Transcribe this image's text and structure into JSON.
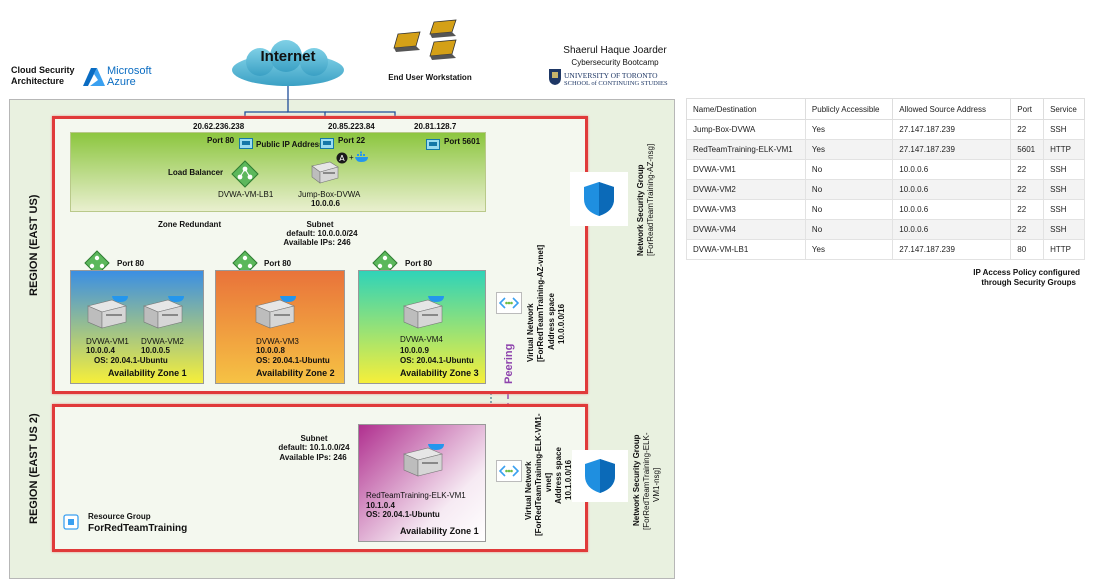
{
  "header": {
    "diagram_title": "Cloud Security Architecture",
    "azure_logo_text": "Microsoft Azure",
    "internet_label": "Internet",
    "workstation_label": "End User Workstation",
    "author": "Shaerul Haque Joarder",
    "program": "Cybersecurity Bootcamp",
    "university_line1": "UNIVERSITY OF TORONTO",
    "university_line2": "SCHOOL of CONTINUING STUDIES"
  },
  "region1": {
    "label": "REGION (EAST US)",
    "ips": [
      "20.62.236.238",
      "20.85.223.84",
      "20.81.128.7"
    ],
    "port80_lb": "Port 80",
    "public_ip_label": "Public IP Address",
    "port22": "Port 22",
    "port5601": "Port 5601",
    "lb_label": "Load Balancer",
    "lb_name": "DVWA-VM-LB1",
    "jumpbox_name": "Jump-Box-DVWA",
    "jumpbox_ip": "10.0.0.6",
    "zone_redundant": "Zone Redundant",
    "subnet_title": "Subnet",
    "subnet_default": "default: 10.0.0.0/24",
    "subnet_ips": "Available IPs: 246",
    "port80_z1": "Port 80",
    "port80_z2": "Port 80",
    "port80_z3": "Port 80",
    "zone1": {
      "vm1": "DVWA-VM1",
      "vm1_ip": "10.0.0.4",
      "vm2": "DVWA-VM2",
      "vm2_ip": "10.0.0.5",
      "os": "OS: 20.04.1-Ubuntu",
      "label": "Availability Zone 1"
    },
    "zone2": {
      "vm": "DVWA-VM3",
      "ip": "10.0.0.8",
      "os": "OS: 20.04.1-Ubuntu",
      "label": "Availability Zone 2"
    },
    "zone3": {
      "vm": "DVWA-VM4",
      "ip": "10.0.0.9",
      "os": "OS: 20.04.1-Ubuntu",
      "label": "Availability Zone 3"
    },
    "vnet_lines": [
      "Virtual Network",
      "[ForRedTeamTraining-AZ-vnet]",
      "Address space",
      "10.0.0.0/16"
    ],
    "nsg_lines": [
      "Network Security Group",
      "[ForReadTeamTraining-AZ-nsg]"
    ],
    "peering": "Peering"
  },
  "region2": {
    "label": "REGION (EAST US 2)",
    "subnet_title": "Subnet",
    "subnet_default": "default: 10.1.0.0/24",
    "subnet_ips": "Available IPs: 246",
    "elk_name": "RedTeamTraining-ELK-VM1",
    "elk_ip": "10.1.0.4",
    "elk_os": "OS: 20.04.1-Ubuntu",
    "zone_label": "Availability Zone 1",
    "rg_label": "Resource Group",
    "rg_name": "ForRedTeamTraining",
    "vnet_lines": [
      "Virtual Network",
      "[ForRedTeamTraining-ELK-VM1-",
      "vnet]",
      "Address space",
      "10.1.0.0/16"
    ],
    "nsg_lines": [
      "Network Security Group",
      "[ForRedTeamTraining-ELK-",
      "VM1-nsg]"
    ]
  },
  "access_table": {
    "headers": [
      "Name/Destination",
      "Publicly Accessible",
      "Allowed Source Address",
      "Port",
      "Service"
    ],
    "rows": [
      [
        "Jump-Box-DVWA",
        "Yes",
        "27.147.187.239",
        "22",
        "SSH"
      ],
      [
        "RedTeamTraining-ELK-VM1",
        "Yes",
        "27.147.187.239",
        "5601",
        "HTTP"
      ],
      [
        "DVWA-VM1",
        "No",
        "10.0.0.6",
        "22",
        "SSH"
      ],
      [
        "DVWA-VM2",
        "No",
        "10.0.0.6",
        "22",
        "SSH"
      ],
      [
        "DVWA-VM3",
        "No",
        "10.0.0.6",
        "22",
        "SSH"
      ],
      [
        "DVWA-VM4",
        "No",
        "10.0.0.6",
        "22",
        "SSH"
      ],
      [
        "DVWA-VM-LB1",
        "Yes",
        "27.147.187.239",
        "80",
        "HTTP"
      ]
    ],
    "caption_line1": "IP Access Policy configured",
    "caption_line2": "through Security Groups"
  },
  "colors": {
    "region_border": "#e03a3a",
    "lb_zone_top": "#8cc63f",
    "zone1_gradient": [
      "#3b8fe3",
      "#f6ef3a"
    ],
    "zone2_gradient": [
      "#e9733a",
      "#f6c244"
    ],
    "zone3_gradient": [
      "#2fd3b8",
      "#f6ef3a"
    ],
    "elk_zone_gradient": [
      "#b0308f",
      "#ffffff"
    ],
    "nsg_shield": "#1f8fe0",
    "peering": "#8e44ad"
  }
}
